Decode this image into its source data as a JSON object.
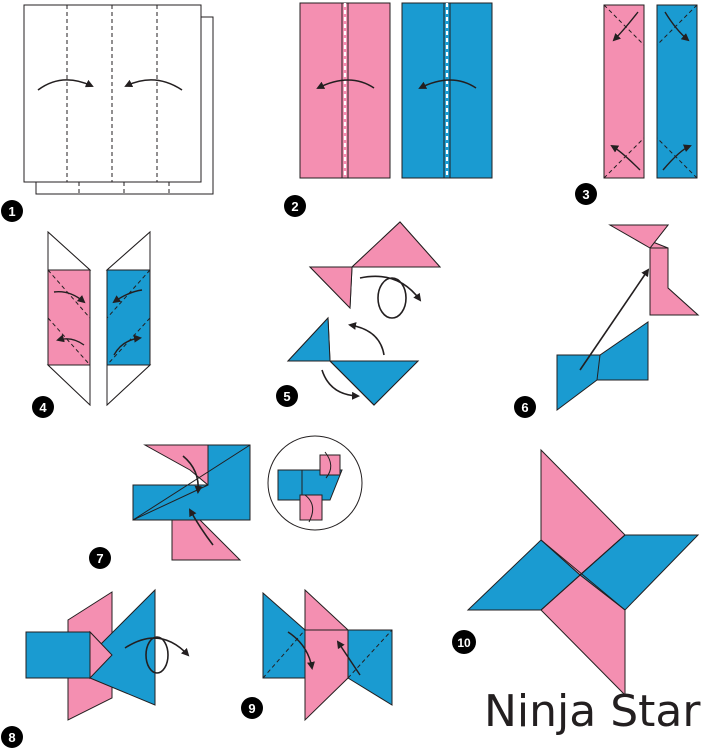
{
  "title": "Ninja Star",
  "colors": {
    "pink": "#f48fb1",
    "blue": "#1a9bd1",
    "paper": "#ffffff",
    "line": "#231f20"
  },
  "steps": [
    {
      "number": "1"
    },
    {
      "number": "2"
    },
    {
      "number": "3"
    },
    {
      "number": "4"
    },
    {
      "number": "5"
    },
    {
      "number": "6"
    },
    {
      "number": "7"
    },
    {
      "number": "8"
    },
    {
      "number": "9"
    },
    {
      "number": "10"
    }
  ]
}
